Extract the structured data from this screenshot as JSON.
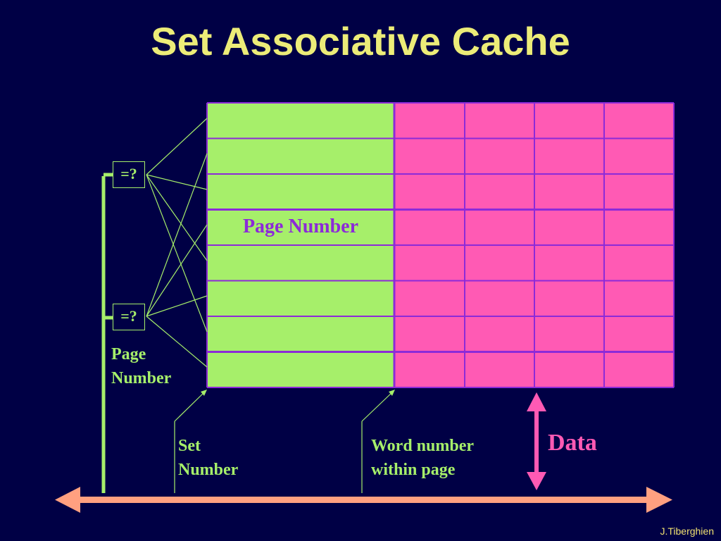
{
  "slide": {
    "title": "Set Associative Cache",
    "cell_label": "Page Number",
    "comparators": [
      "=?",
      "=?"
    ],
    "page_number_label": [
      "Page",
      "Number"
    ],
    "set_number_label": [
      "Set",
      "Number"
    ],
    "word_number_label": [
      "Word number",
      "within page"
    ],
    "data_label": "Data",
    "credit": "J.Tiberghien"
  },
  "colors": {
    "background": "#000045",
    "tag_column": "#a6ef6a",
    "data_columns": "#ff5ab4",
    "grid_lines": "#8c2ad8",
    "title": "#ecec78",
    "bus_arrow": "#ffa080"
  }
}
